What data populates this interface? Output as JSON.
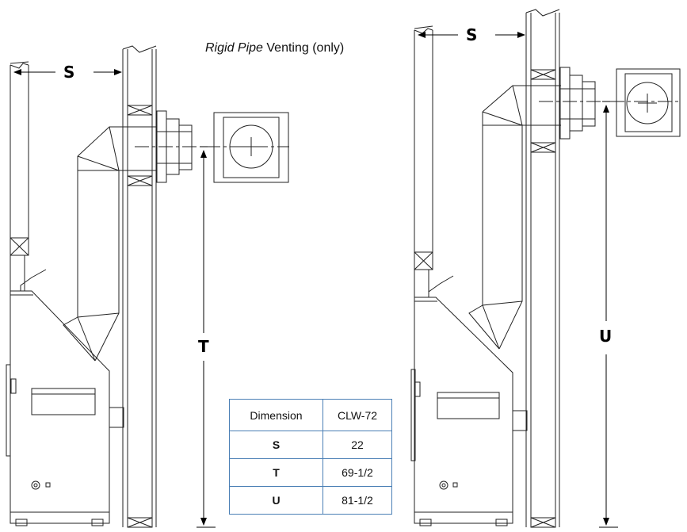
{
  "caption": {
    "italic": "Rigid Pipe",
    "rest": " Venting (only)"
  },
  "dimension_labels": {
    "s_left": "S",
    "s_right": "S",
    "t": "T",
    "u": "U"
  },
  "table": {
    "headers": [
      "Dimension",
      "CLW-72"
    ],
    "rows": [
      {
        "dim": "S",
        "value": "22"
      },
      {
        "dim": "T",
        "value": "69-1/2"
      },
      {
        "dim": "U",
        "value": "81-1/2"
      }
    ]
  }
}
